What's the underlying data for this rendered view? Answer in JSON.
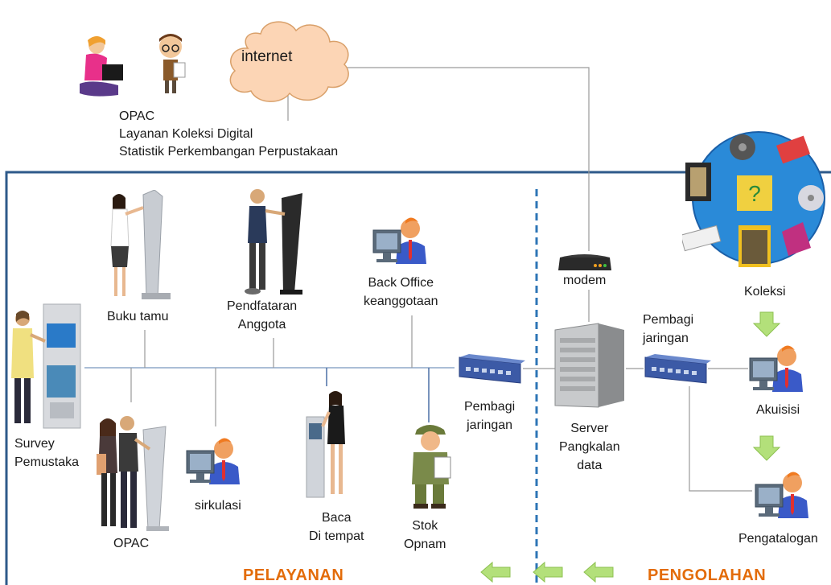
{
  "internet": {
    "cloud_label": "internet"
  },
  "external_services": {
    "items": [
      "OPAC",
      "Layanan Koleksi Digital",
      "Statistik Perkembangan Perpustakaan"
    ]
  },
  "nodes": {
    "buku_tamu": "Buku tamu",
    "pendaftaran": [
      "Pendfataran",
      "Anggota"
    ],
    "back_office": [
      "Back Office",
      "keanggotaan"
    ],
    "modem": "modem",
    "koleksi": "Koleksi",
    "pembagi_left": [
      "Pembagi",
      "jaringan"
    ],
    "pembagi_right": [
      "Pembagi",
      "jaringan"
    ],
    "server": [
      "Server",
      "Pangkalan",
      "data"
    ],
    "akuisisi": "Akuisisi",
    "pengatalogan": "Pengatalogan",
    "survey": [
      "Survey",
      "Pemustaka"
    ],
    "opac_kiosk": "OPAC",
    "sirkulasi": "sirkulasi",
    "baca": [
      "Baca",
      "Di tempat"
    ],
    "stok": [
      "Stok",
      "Opnam"
    ]
  },
  "sections": {
    "pelayanan": "PELAYANAN",
    "pengolahan": "PENGOLAHAN"
  },
  "colors": {
    "frame": "#2e5a8a",
    "divider": "#2e75b6",
    "section_text": "#e36c09",
    "arrow_green": "#b3e07a",
    "switch_blue": "#3c5aa6",
    "cloud": "#fcd5b5"
  },
  "icons": [
    "woman-laptop-icon",
    "nerd-reading-icon",
    "internet-cloud-icon",
    "media-globe-icon",
    "woman-kiosk-icon",
    "man-kiosk-icon",
    "office-worker-icon",
    "modem-icon",
    "kiosk-terminal-icon",
    "network-switch-icon",
    "server-tower-icon",
    "couple-kiosk-icon",
    "woman-reading-terminal-icon",
    "soldier-clipboard-icon",
    "green-arrow-icon"
  ]
}
